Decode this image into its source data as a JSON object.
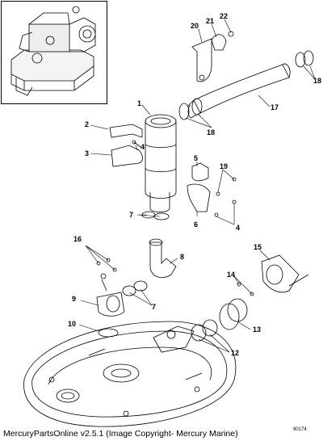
{
  "callouts": [
    "1",
    "2",
    "3",
    "4",
    "5",
    "6",
    "7",
    "8",
    "9",
    "10",
    "12",
    "13",
    "14",
    "15",
    "16",
    "17",
    "18",
    "19",
    "20",
    "21",
    "22"
  ],
  "footer": "MercuryPartsOnline v2.5.1 (Image Copyright- Mercury Marine)",
  "drawing_number": "90174"
}
